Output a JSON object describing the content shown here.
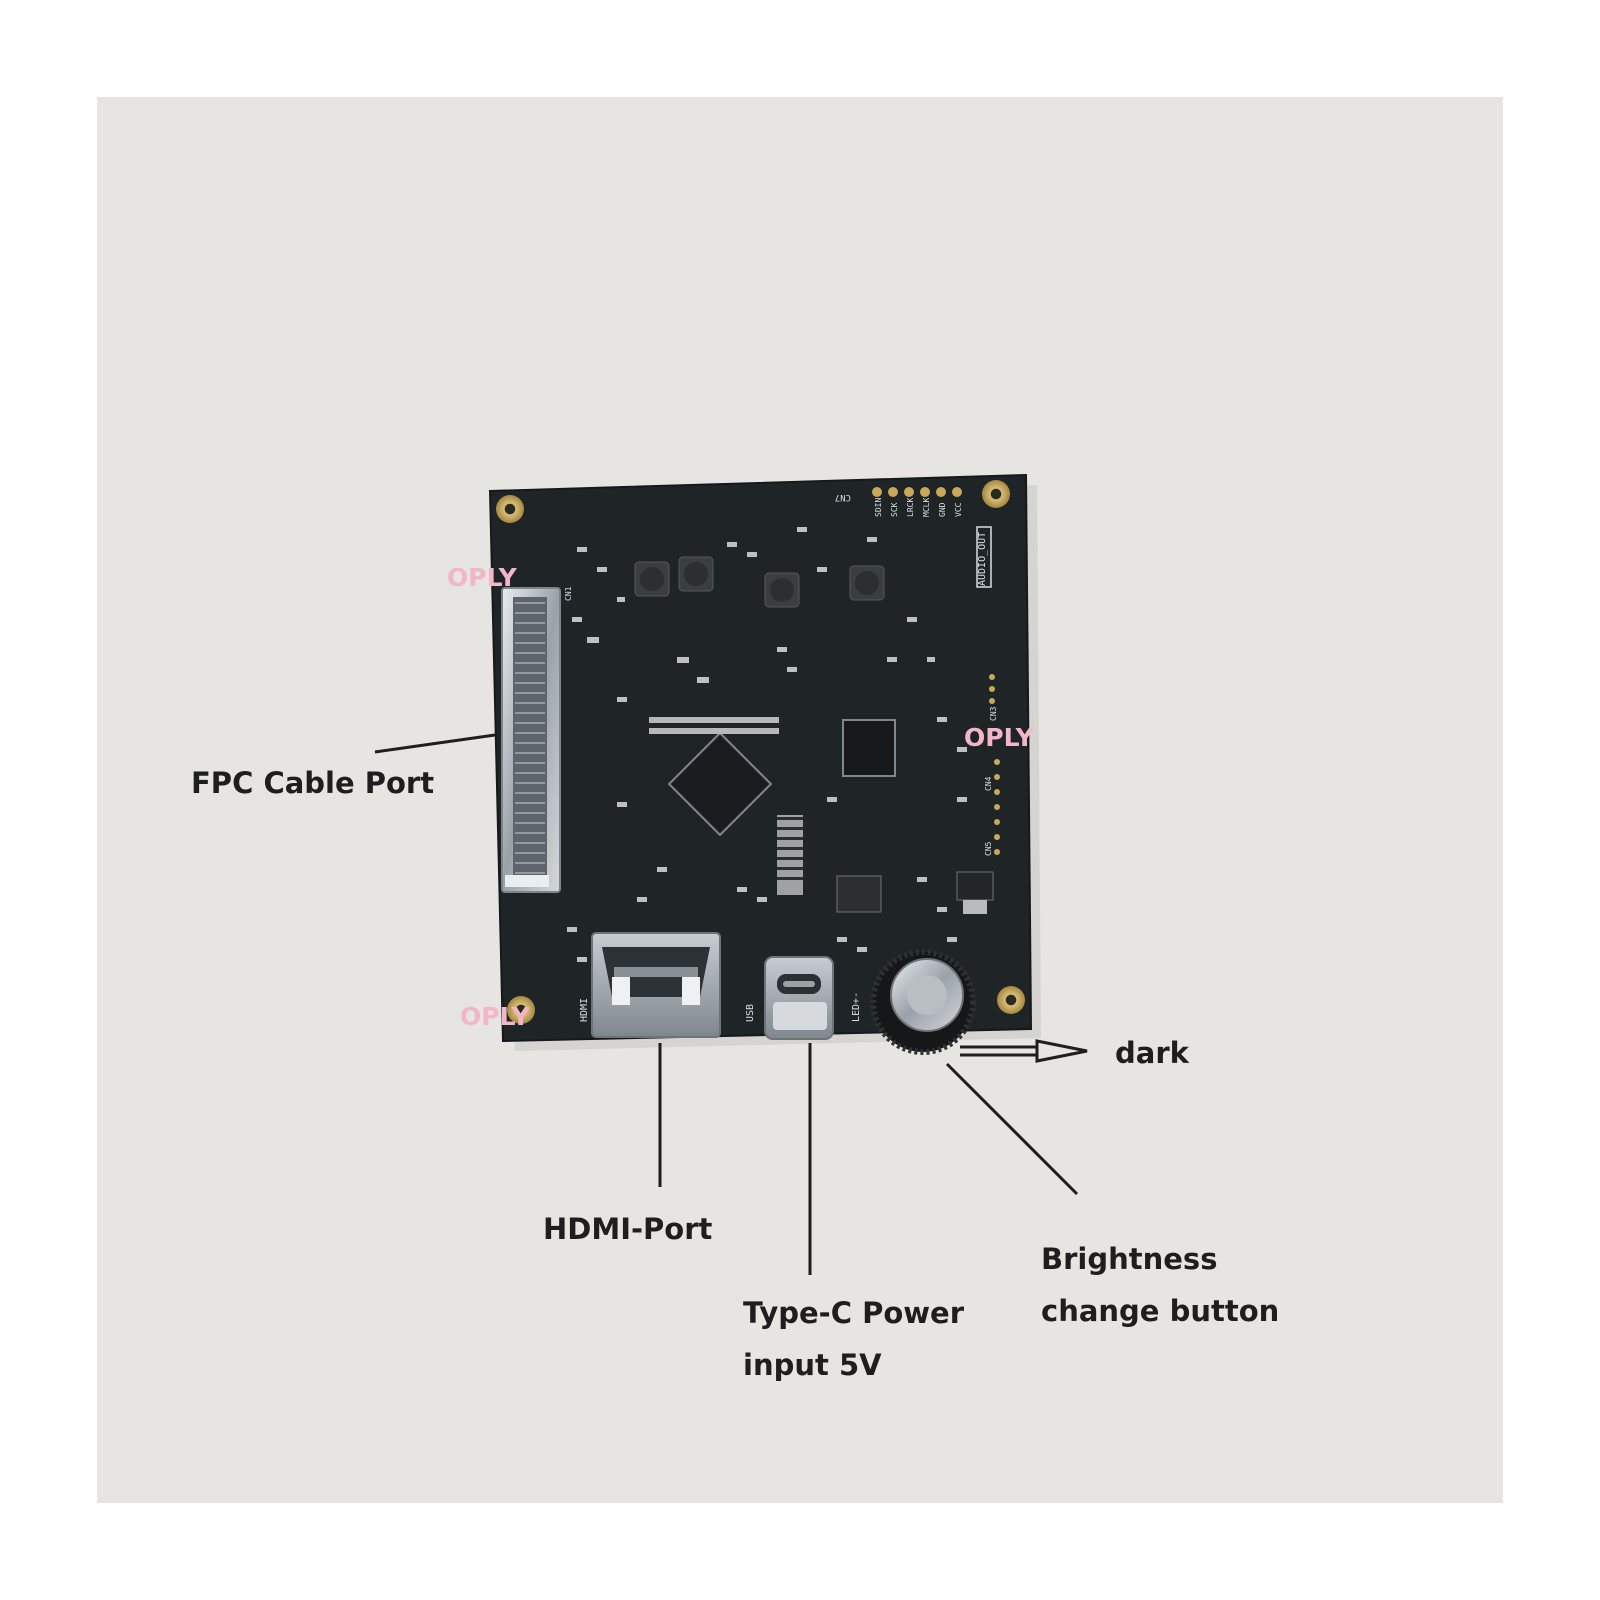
{
  "labels": {
    "fpc": "FPC Cable Port",
    "hdmi": "HDMI-Port",
    "typec_line1": "Type-C Power",
    "typec_line2": "input 5V",
    "dark": "dark",
    "brightness_line1": "Brightness",
    "brightness_line2": "change button"
  },
  "watermark": "OPLY",
  "board_silkscreen": {
    "cn7": "CN7",
    "cn1": "CN1",
    "cn3": "CN3",
    "cn4": "CN4",
    "cn5": "CN5",
    "hdmi": "HDMI",
    "usb": "USB",
    "led": "LED+-",
    "audio_out": "AUDIO_OUT",
    "header_pins": [
      "SDIN",
      "SCK",
      "LRCK",
      "MCLK",
      "GND",
      "VCC"
    ]
  },
  "colors": {
    "background": "#e6e5e1",
    "pcb": "#1f2427",
    "watermark": "#f3b6c6",
    "label_text": "#1e1e1e",
    "pad_gold": "#b99a52"
  }
}
